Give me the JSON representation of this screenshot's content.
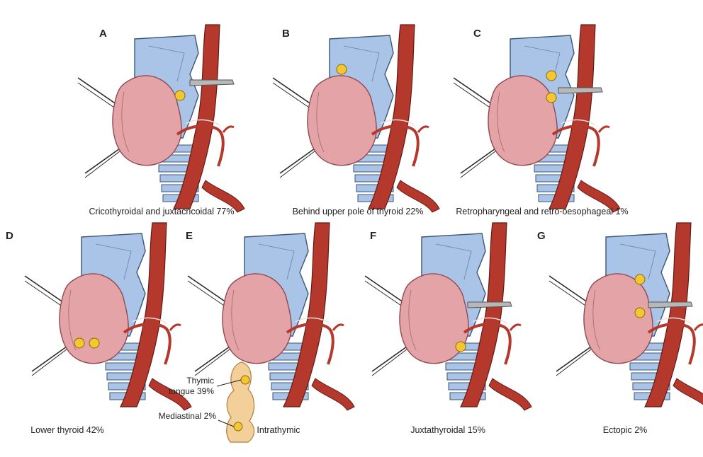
{
  "colors": {
    "cartilage": "#a9c4e6",
    "cartilage_stroke": "#3b5677",
    "thyroid": "#e4a3a6",
    "thyroid_stroke": "#8d4a52",
    "artery": "#b5382d",
    "artery_stroke": "#5e1b15",
    "gland": "#f4c630",
    "gland_stroke": "#8a6a10",
    "thymus": "#f3cf9a",
    "thymus_stroke": "#b07e3c",
    "instrument": "#b8b8b8"
  },
  "panels": [
    {
      "letter": "A",
      "caption": "Cricothyroidal and juxtacricoidal 77%",
      "glands": 1,
      "icons": [
        "larynx-icon",
        "thyroid-lobe-icon",
        "carotid-artery-icon",
        "parathyroid-gland-icon",
        "retractor-icon"
      ]
    },
    {
      "letter": "B",
      "caption": "Behind upper pole of thyroid 22%",
      "glands": 1,
      "icons": [
        "larynx-icon",
        "thyroid-lobe-icon",
        "carotid-artery-icon",
        "parathyroid-gland-icon"
      ]
    },
    {
      "letter": "C",
      "caption": "Retropharyngeal and retro-oesophageal 1%",
      "glands": 2,
      "icons": [
        "larynx-icon",
        "thyroid-lobe-icon",
        "carotid-artery-icon",
        "parathyroid-gland-icon",
        "retractor-icon"
      ]
    },
    {
      "letter": "D",
      "caption": "Lower thyroid 42%",
      "glands": 2,
      "icons": [
        "larynx-icon",
        "thyroid-lobe-icon",
        "carotid-artery-icon",
        "parathyroid-gland-icon"
      ]
    },
    {
      "letter": "E",
      "caption": "Intrathymic",
      "glands": 2,
      "icons": [
        "larynx-icon",
        "thyroid-lobe-icon",
        "carotid-artery-icon",
        "thymus-icon",
        "parathyroid-gland-icon"
      ]
    },
    {
      "letter": "F",
      "caption": "Juxtathyroidal 15%",
      "glands": 1,
      "icons": [
        "larynx-icon",
        "thyroid-lobe-icon",
        "carotid-artery-icon",
        "parathyroid-gland-icon",
        "retractor-icon"
      ]
    },
    {
      "letter": "G",
      "caption": "Ectopic 2%",
      "glands": 2,
      "icons": [
        "larynx-icon",
        "thyroid-lobe-icon",
        "carotid-artery-icon",
        "parathyroid-gland-icon",
        "retractor-icon"
      ]
    }
  ],
  "callouts": {
    "thymic_line1": "Thymic",
    "thymic_line2": "tongue 39%",
    "mediastinal": "Mediastinal 2%"
  }
}
